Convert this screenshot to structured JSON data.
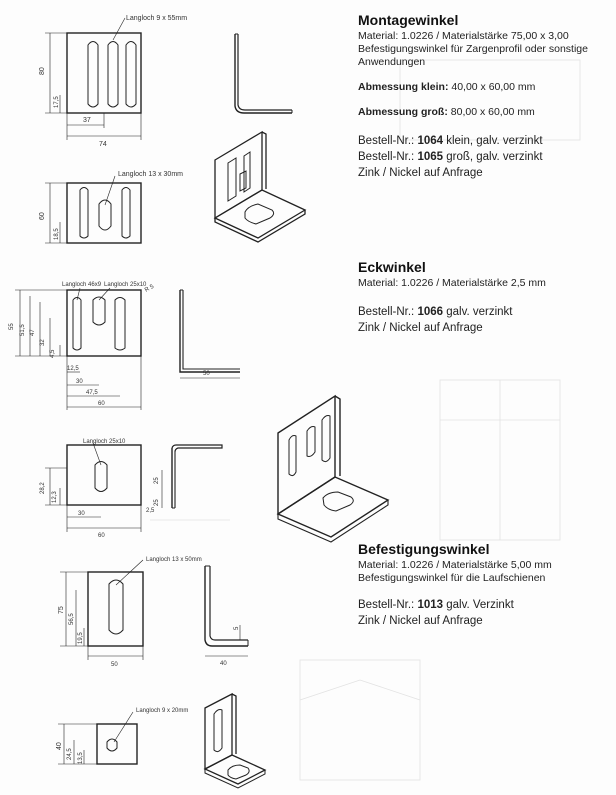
{
  "montage": {
    "title": "Montagewinkel",
    "material": "Material: 1.0226 / Materialstärke 75,00 x 3,00",
    "desc": "Befestigungswinkel für Zargenprofil oder sonstige Anwendungen",
    "small_label": "Abmessung klein:",
    "small_value": " 40,00 x 60,00 mm",
    "large_label": "Abmessung groß:",
    "large_value": " 80,00 x 60,00 mm",
    "order1_prefix": "Bestell-Nr.: ",
    "order1_num": "1064",
    "order1_suffix": " klein, galv. verzinkt",
    "order2_prefix": "Bestell-Nr.: ",
    "order2_num": "1065",
    "order2_suffix": " groß, galv. verzinkt",
    "request": "Zink / Nickel auf Anfrage"
  },
  "eck": {
    "title": "Eckwinkel",
    "material": "Material: 1.0226 / Materialstärke 2,5 mm",
    "order_prefix": "Bestell-Nr.: ",
    "order_num": "1066",
    "order_suffix": " galv. verzinkt",
    "request": "Zink / Nickel auf Anfrage"
  },
  "befestigung": {
    "title": "Befestigungswinkel",
    "material": "Material: 1.0226 / Materialstärke 5,00 mm",
    "desc": "Befestigungswinkel für die Laufschienen",
    "order_prefix": "Bestell-Nr.: ",
    "order_num": "1013",
    "order_suffix": " galv. Verzinkt",
    "request": "Zink / Nickel auf Anfrage"
  },
  "drawing_labels": {
    "d1_slot": "Langloch 9 x 55mm",
    "d1_h": "80",
    "d1_a": "17,5",
    "d1_w1": "37",
    "d1_w2": "74",
    "d2_slot": "Langloch 13 x 30mm",
    "d2_h": "60",
    "d2_a": "18,5",
    "d3_slot1": "Langloch 46x9",
    "d3_slot2": "Langloch 25x10",
    "d3_r": "R 5",
    "d3_h1": "55",
    "d3_h2": "51,5",
    "d3_h3": "47",
    "d3_h4": "32",
    "d3_h5": "4,5",
    "d3_w1": "12,5",
    "d3_w2": "30",
    "d3_w3": "47,5",
    "d3_w4": "60",
    "d3_side": "50",
    "d4_slot": "Langloch 25x10",
    "d4_h": "28,2",
    "d4_a": "12,3",
    "d4_w1": "30",
    "d4_w2": "60",
    "d4_s1": "25",
    "d4_s2": "2,5",
    "d4_s3": "25",
    "d5_slot": "Langloch 13 x 50mm",
    "d5_h": "75",
    "d5_h2": "56,5",
    "d5_a": "19,5",
    "d5_w": "50",
    "d5_side": "40",
    "d5_t": "5",
    "d6_slot": "Langloch 9 x 20mm",
    "d6_h": "40",
    "d6_h2": "24,5",
    "d6_a": "13,5"
  }
}
